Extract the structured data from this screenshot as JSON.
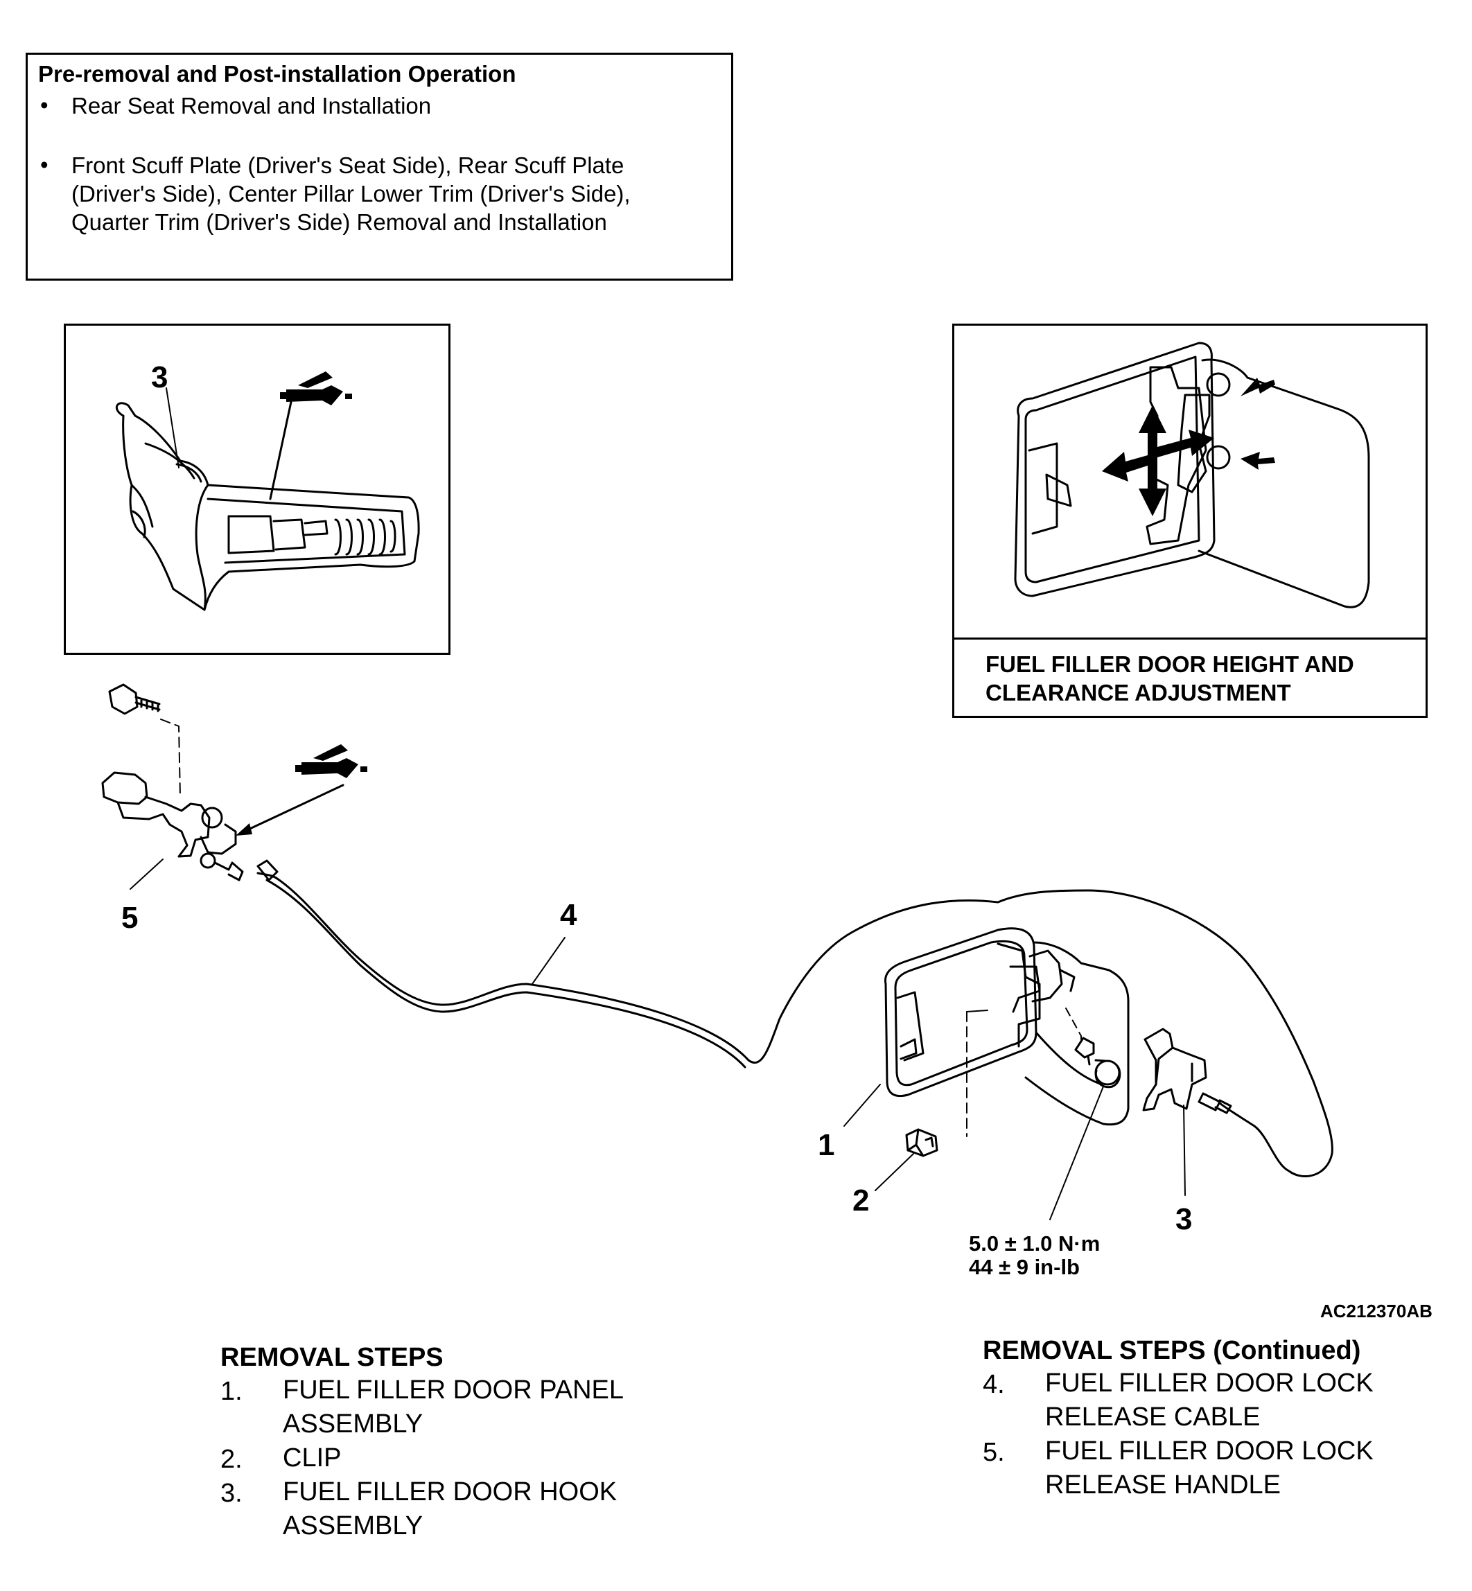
{
  "pre_removal": {
    "title": "Pre-removal and Post-installation Operation",
    "items": [
      {
        "bullet": "•",
        "lines": [
          "Rear Seat Removal and Installation"
        ]
      },
      {
        "bullet": "•",
        "lines": [
          "Front Scuff Plate (Driver's Seat Side), Rear Scuff Plate",
          "(Driver's Side), Center Pillar Lower Trim (Driver's Side),",
          "Quarter Trim (Driver's Side) Removal and Installation"
        ]
      }
    ]
  },
  "inset_right": {
    "caption_lines": [
      "FUEL FILLER DOOR HEIGHT AND",
      "CLEARANCE ADJUSTMENT"
    ]
  },
  "callouts": {
    "inset_left_3": "3",
    "c1": "1",
    "c2": "2",
    "c3": "3",
    "c4": "4",
    "c5": "5"
  },
  "torque": {
    "metric": "5.0 ± 1.0 N·m",
    "imperial": "44 ± 9 in-lb"
  },
  "figure_ref": "AC212370AB",
  "removal_steps": {
    "title": "REMOVAL STEPS",
    "steps": [
      {
        "num": "1.",
        "lines": [
          "FUEL FILLER DOOR PANEL",
          "ASSEMBLY"
        ]
      },
      {
        "num": "2.",
        "lines": [
          "CLIP"
        ]
      },
      {
        "num": "3.",
        "lines": [
          "FUEL FILLER DOOR HOOK",
          "ASSEMBLY"
        ]
      }
    ]
  },
  "removal_steps_continued": {
    "title": "REMOVAL STEPS (Continued)",
    "steps": [
      {
        "num": "4.",
        "lines": [
          "FUEL FILLER DOOR LOCK",
          "RELEASE CABLE"
        ]
      },
      {
        "num": "5.",
        "lines": [
          "FUEL FILLER DOOR LOCK",
          "RELEASE HANDLE"
        ]
      }
    ]
  },
  "icons": {
    "grease": "grease-gun-icon",
    "adjust_arrows": "four-way-arrow-icon",
    "push_arrows": "push-arrow-icon"
  }
}
